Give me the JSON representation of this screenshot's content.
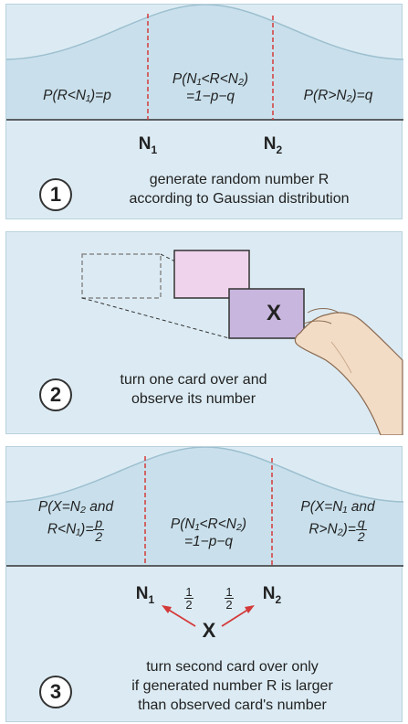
{
  "panel1": {
    "left_region": "P(R<N₁)=p",
    "middle_region_line1": "P(N₁<R<N₂)",
    "middle_region_line2": "=1−p−q",
    "right_region": "P(R>N₂)=q",
    "n1": "N",
    "n1_sub": "1",
    "n2": "N",
    "n2_sub": "2",
    "step_number": "1",
    "caption_line1": "generate random number R",
    "caption_line2": "according to Gaussian distribution"
  },
  "panel2": {
    "card_symbol": "X",
    "step_number": "2",
    "caption_line1": "turn one card over and",
    "caption_line2": "observe its number"
  },
  "panel3": {
    "left_region_line1": "P(X=N₂ and",
    "left_region_line2": "R<N₁)=",
    "left_frac_num": "p",
    "left_frac_den": "2",
    "middle_region_line1": "P(N₁<R<N₂)",
    "middle_region_line2": "=1−p−q",
    "right_region_line1": "P(X=N₁ and",
    "right_region_line2": "R>N₂)=",
    "right_frac_num": "q",
    "right_frac_den": "2",
    "n1": "N",
    "n1_sub": "1",
    "n2": "N",
    "n2_sub": "2",
    "half_num": "1",
    "half_den": "2",
    "x_symbol": "X",
    "step_number": "3",
    "caption_line1": "turn second card over only",
    "caption_line2": "if generated number R is larger",
    "caption_line3": "than observed card's number"
  },
  "colors": {
    "panel_bg": "#dcebf3",
    "curve_fill": "#c9e0ec",
    "dashed_divider": "#d43a3a",
    "arrow": "#d43a3a",
    "card_pink": "#efd3ec",
    "card_purple": "#c8b6de"
  }
}
